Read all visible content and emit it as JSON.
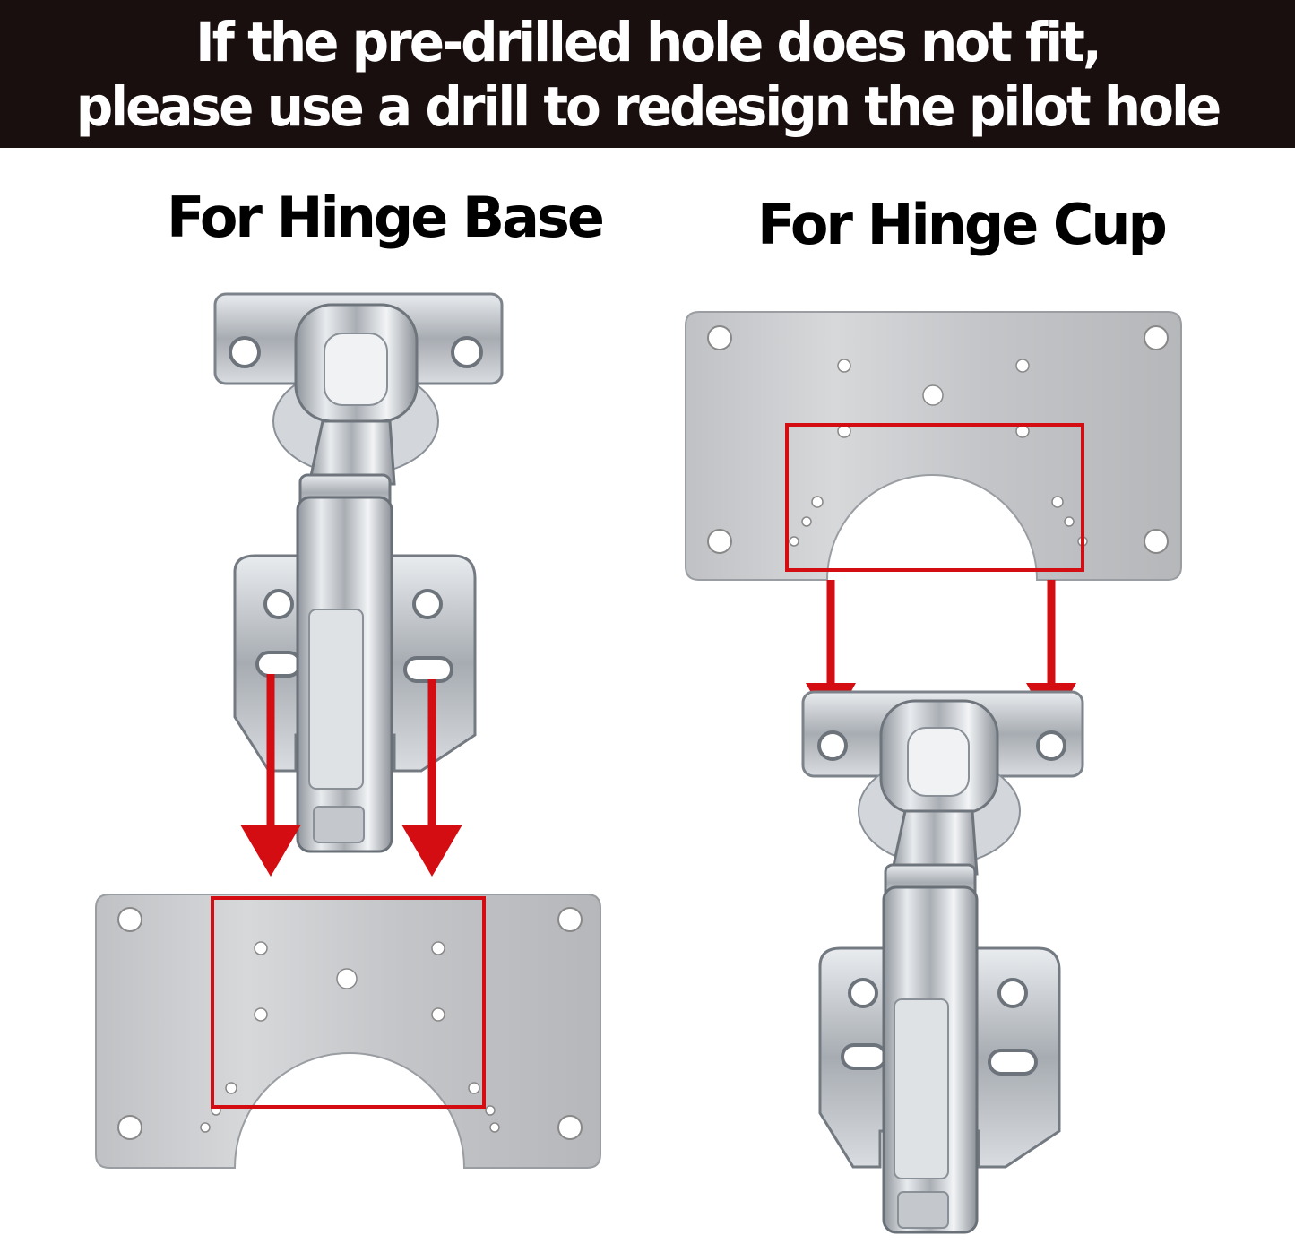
{
  "banner": {
    "line1": "If the pre-drilled hole does not fit,",
    "line2": "please use a drill to redesign the pilot hole",
    "background": "#1a0f0f",
    "text_color": "#ffffff"
  },
  "sections": {
    "base_heading": "For Hinge Base",
    "cup_heading": "For Hinge Cup"
  },
  "colors": {
    "highlight_red": "#d40d12",
    "plate_gray": "#c9cbcd",
    "steel": "#b8bcc2"
  },
  "icons": [
    "hinge-image",
    "repair-plate-image",
    "arrow-down-icon"
  ]
}
